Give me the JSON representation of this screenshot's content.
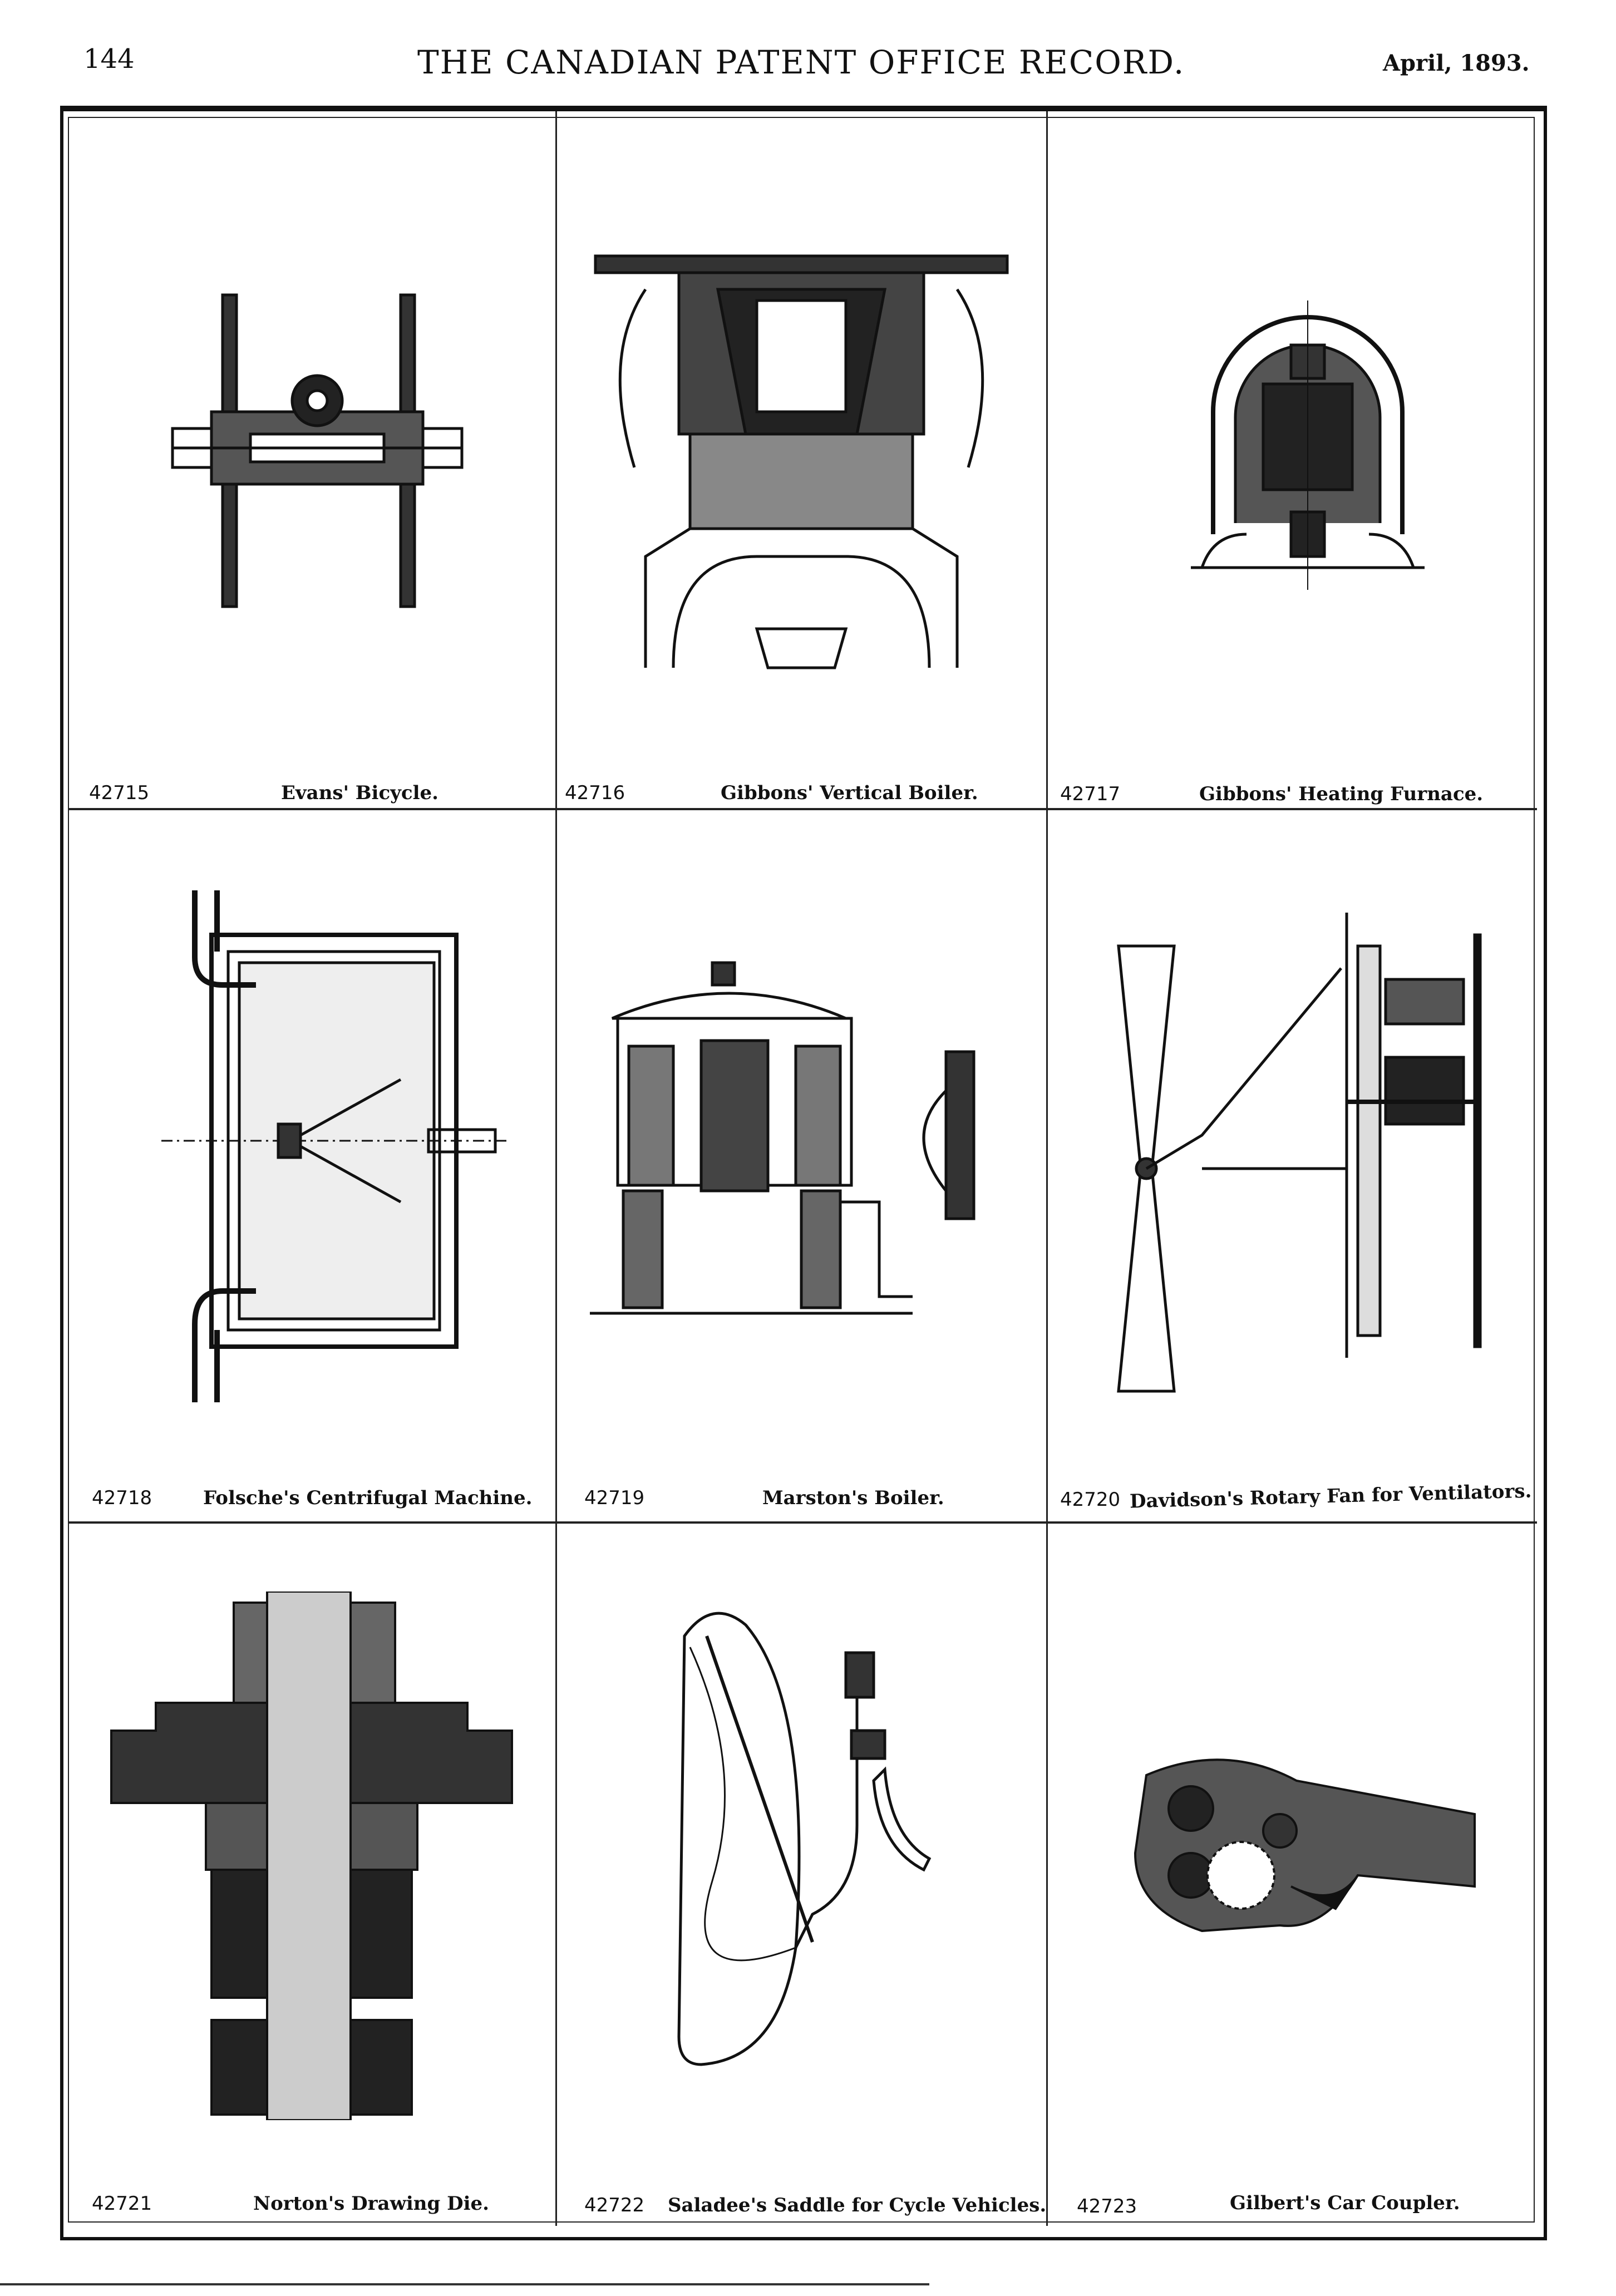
{
  "header": {
    "page_number": "144",
    "title": "THE CANADIAN PATENT OFFICE RECORD.",
    "date": "April, 1893."
  },
  "patents": [
    {
      "number": "42715",
      "name": "Evans' Bicycle."
    },
    {
      "number": "42716",
      "name": "Gibbons' Vertical Boiler."
    },
    {
      "number": "42717",
      "name": "Gibbons' Heating Furnace."
    },
    {
      "number": "42718",
      "name": "Folsche's Centrifugal Machine."
    },
    {
      "number": "42719",
      "name": "Marston's Boiler."
    },
    {
      "number": "42720",
      "name": "Davidson's Rotary Fan for Ventilators."
    },
    {
      "number": "42721",
      "name": "Norton's Drawing Die."
    },
    {
      "number": "42722",
      "name": "Saladee's Saddle for Cycle Vehicles."
    },
    {
      "number": "42723",
      "name": "Gilbert's Car Coupler."
    }
  ]
}
